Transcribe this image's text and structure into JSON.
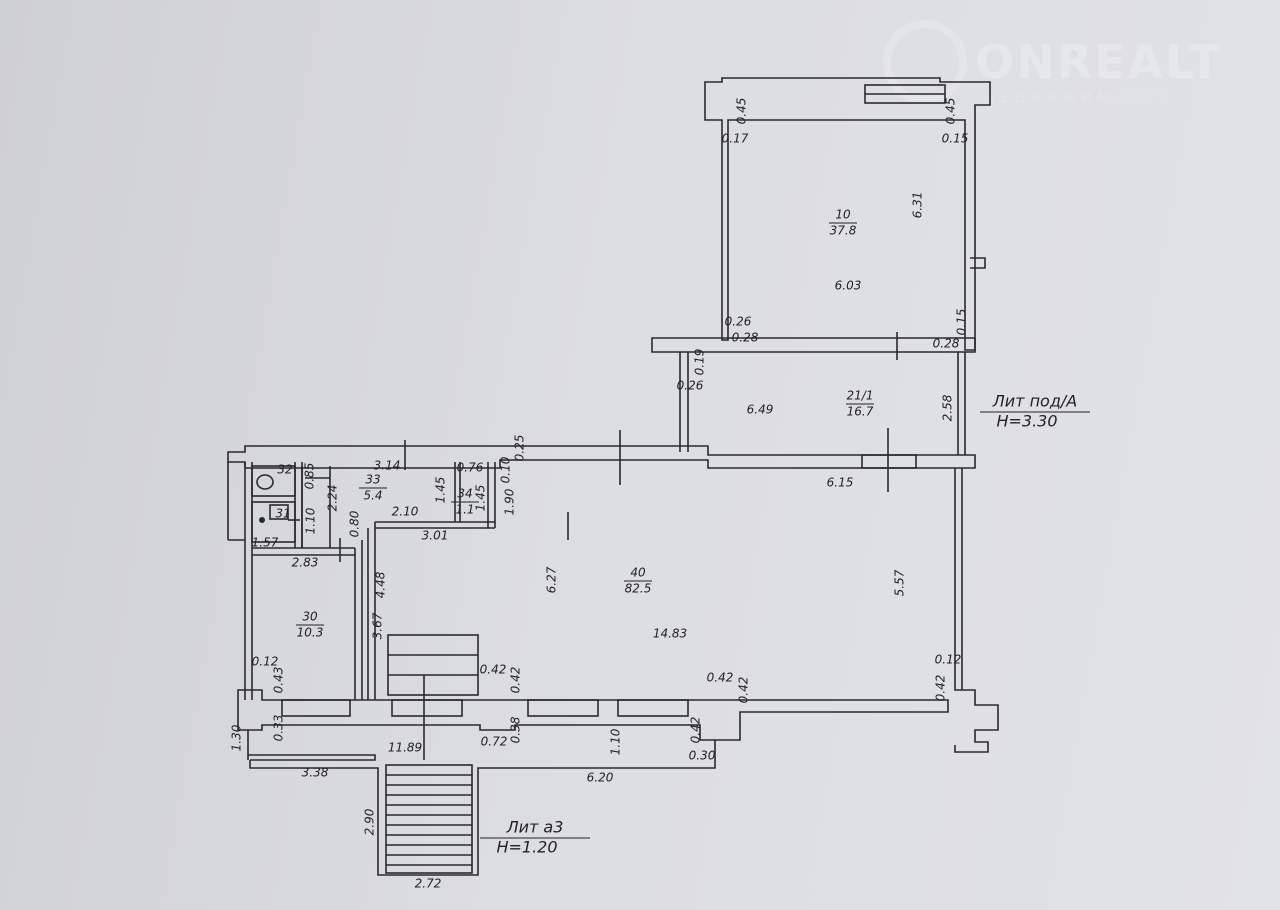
{
  "watermark": {
    "brand": "ONREALT",
    "tagline": "НЕДВИЖИМОСТЬ"
  },
  "rooms": [
    {
      "number": "10",
      "area": "37.8"
    },
    {
      "number": "21/1",
      "area": "16.7"
    },
    {
      "number": "40",
      "area": "82.5"
    },
    {
      "number": "30",
      "area": "10.3"
    },
    {
      "number": "33",
      "area": "5.4"
    },
    {
      "number": "34",
      "area": "1.1"
    },
    {
      "number": "32",
      "area": ""
    },
    {
      "number": "31",
      "area": ""
    }
  ],
  "dims": [
    "6.03",
    "6.49",
    "6.15",
    "14.83",
    "3.14",
    "0.76",
    "2.10",
    "3.01",
    "2.83",
    "1.57",
    "11.89",
    "0.72",
    "3.38",
    "6.20",
    "2.72",
    "0.12",
    "0.42",
    "0.42",
    "0.12",
    "0.30",
    "0.17",
    "0.15",
    "0.26",
    "0.28",
    "0.28",
    "0.26",
    "6.31",
    "2.58",
    "5.57",
    "6.27",
    "4.48",
    "3.67",
    "2.24",
    "0.85",
    "1.10",
    "0.80",
    "1.45",
    "1.45",
    "1.90",
    "0.10",
    "0.25",
    "0.45",
    "0.45",
    "0.15",
    "0.19",
    "0.43",
    "0.33",
    "0.42",
    "0.42",
    "0.42",
    "0.38",
    "1.10",
    "0.42",
    "1.30",
    "2.90"
  ],
  "annotations": [
    {
      "label": "Лит под/А",
      "height": "H=3.30"
    },
    {
      "label": "Лит а3",
      "height": "H=1.20"
    }
  ]
}
